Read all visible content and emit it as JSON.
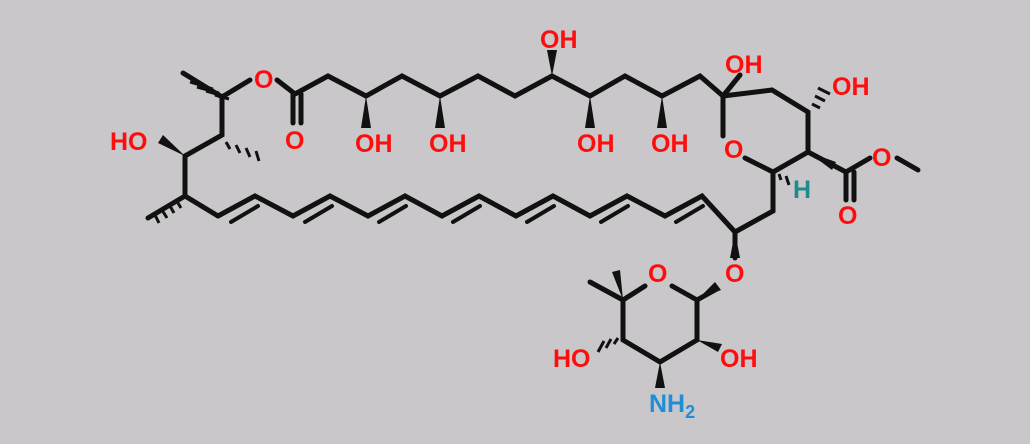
{
  "colors": {
    "background": "#c9c7c9",
    "bond": "#111111",
    "oxygen": "#ff0d0d",
    "nitrogen": "#1e8fd6",
    "hydrogen": "#1f8a8a"
  },
  "atom_labels": {
    "oh_top": "OH",
    "oh_ring_top": "OH",
    "oh_ring_right": "OH",
    "oh_left": "HO",
    "oh_c1": "OH",
    "oh_c2": "OH",
    "oh_c3": "OH",
    "oh_c4": "OH",
    "o_ester": "O",
    "o_carbonyl": "O",
    "o_ring": "O",
    "h_ring": "H",
    "o_methyl_ester": "O",
    "o_methyl_carbonyl": "O",
    "o_glycoside": "O",
    "o_sugar_ring": "O",
    "ho_sugar": "HO",
    "oh_sugar": "OH",
    "nh2": "NH",
    "nh2_sub": "2"
  }
}
